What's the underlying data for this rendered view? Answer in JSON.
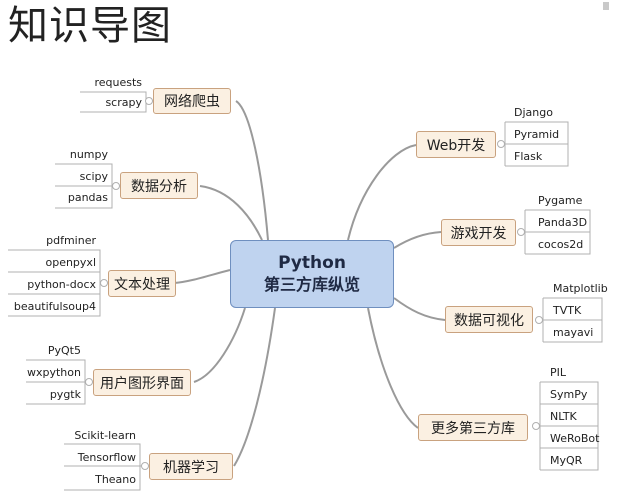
{
  "title": "知识导图",
  "center": {
    "line1": "Python",
    "line2": "第三方库纵览"
  },
  "branches": {
    "crawler": {
      "label": "网络爬虫",
      "leaves": [
        "requests",
        "scrapy"
      ]
    },
    "analysis": {
      "label": "数据分析",
      "leaves": [
        "numpy",
        "scipy",
        "pandas"
      ]
    },
    "text": {
      "label": "文本处理",
      "leaves": [
        "pdfminer",
        "openpyxl",
        "python-docx",
        "beautifulsoup4"
      ]
    },
    "gui": {
      "label": "用户图形界面",
      "leaves": [
        "PyQt5",
        "wxpython",
        "pygtk"
      ]
    },
    "ml": {
      "label": "机器学习",
      "leaves": [
        "Scikit-learn",
        "Tensorflow",
        "Theano"
      ]
    },
    "web": {
      "label": "Web开发",
      "leaves": [
        "Django",
        "Pyramid",
        "Flask"
      ]
    },
    "game": {
      "label": "游戏开发",
      "leaves": [
        "Pygame",
        "Panda3D",
        "cocos2d"
      ]
    },
    "viz": {
      "label": "数据可视化",
      "leaves": [
        "Matplotlib",
        "TVTK",
        "mayavi"
      ]
    },
    "more": {
      "label": "更多第三方库",
      "leaves": [
        "PIL",
        "SymPy",
        "NLTK",
        "WeRoBot",
        "MyQR"
      ]
    }
  },
  "colors": {
    "node_fill": "#fbf0e2",
    "node_border": "#c9a27f",
    "center_fill": "#bfd3ef",
    "center_border": "#6f8fbf",
    "connector": "#9a9a9a"
  }
}
